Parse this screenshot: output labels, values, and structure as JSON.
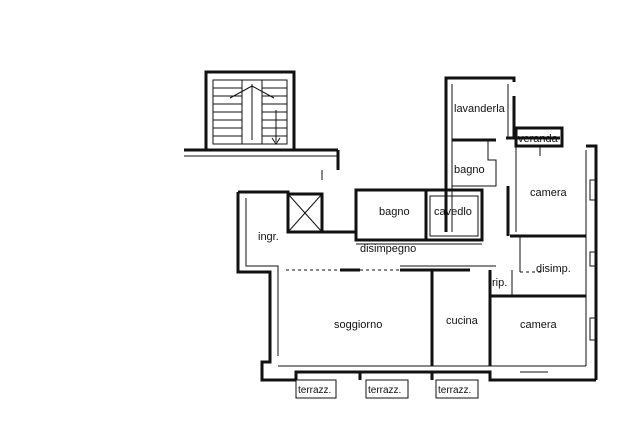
{
  "rooms": {
    "lavanderia": "lavanderla",
    "veranda": "veranda",
    "bagno_top": "bagno",
    "camera_top": "camera",
    "bagno_mid": "bagno",
    "cavedio": "cavedlo",
    "ingresso": "ingr.",
    "disimpegno": "disimpegno",
    "disimp": "disimp.",
    "ripostiglio": "rip.",
    "soggiorno": "soggiorno",
    "cucina": "cucina",
    "camera_bottom": "camera",
    "terrazzo_1": "terrazz.",
    "terrazzo_2": "terrazz.",
    "terrazzo_3": "terrazz."
  },
  "colors": {
    "ink": "#111111",
    "paper": "#ffffff"
  }
}
